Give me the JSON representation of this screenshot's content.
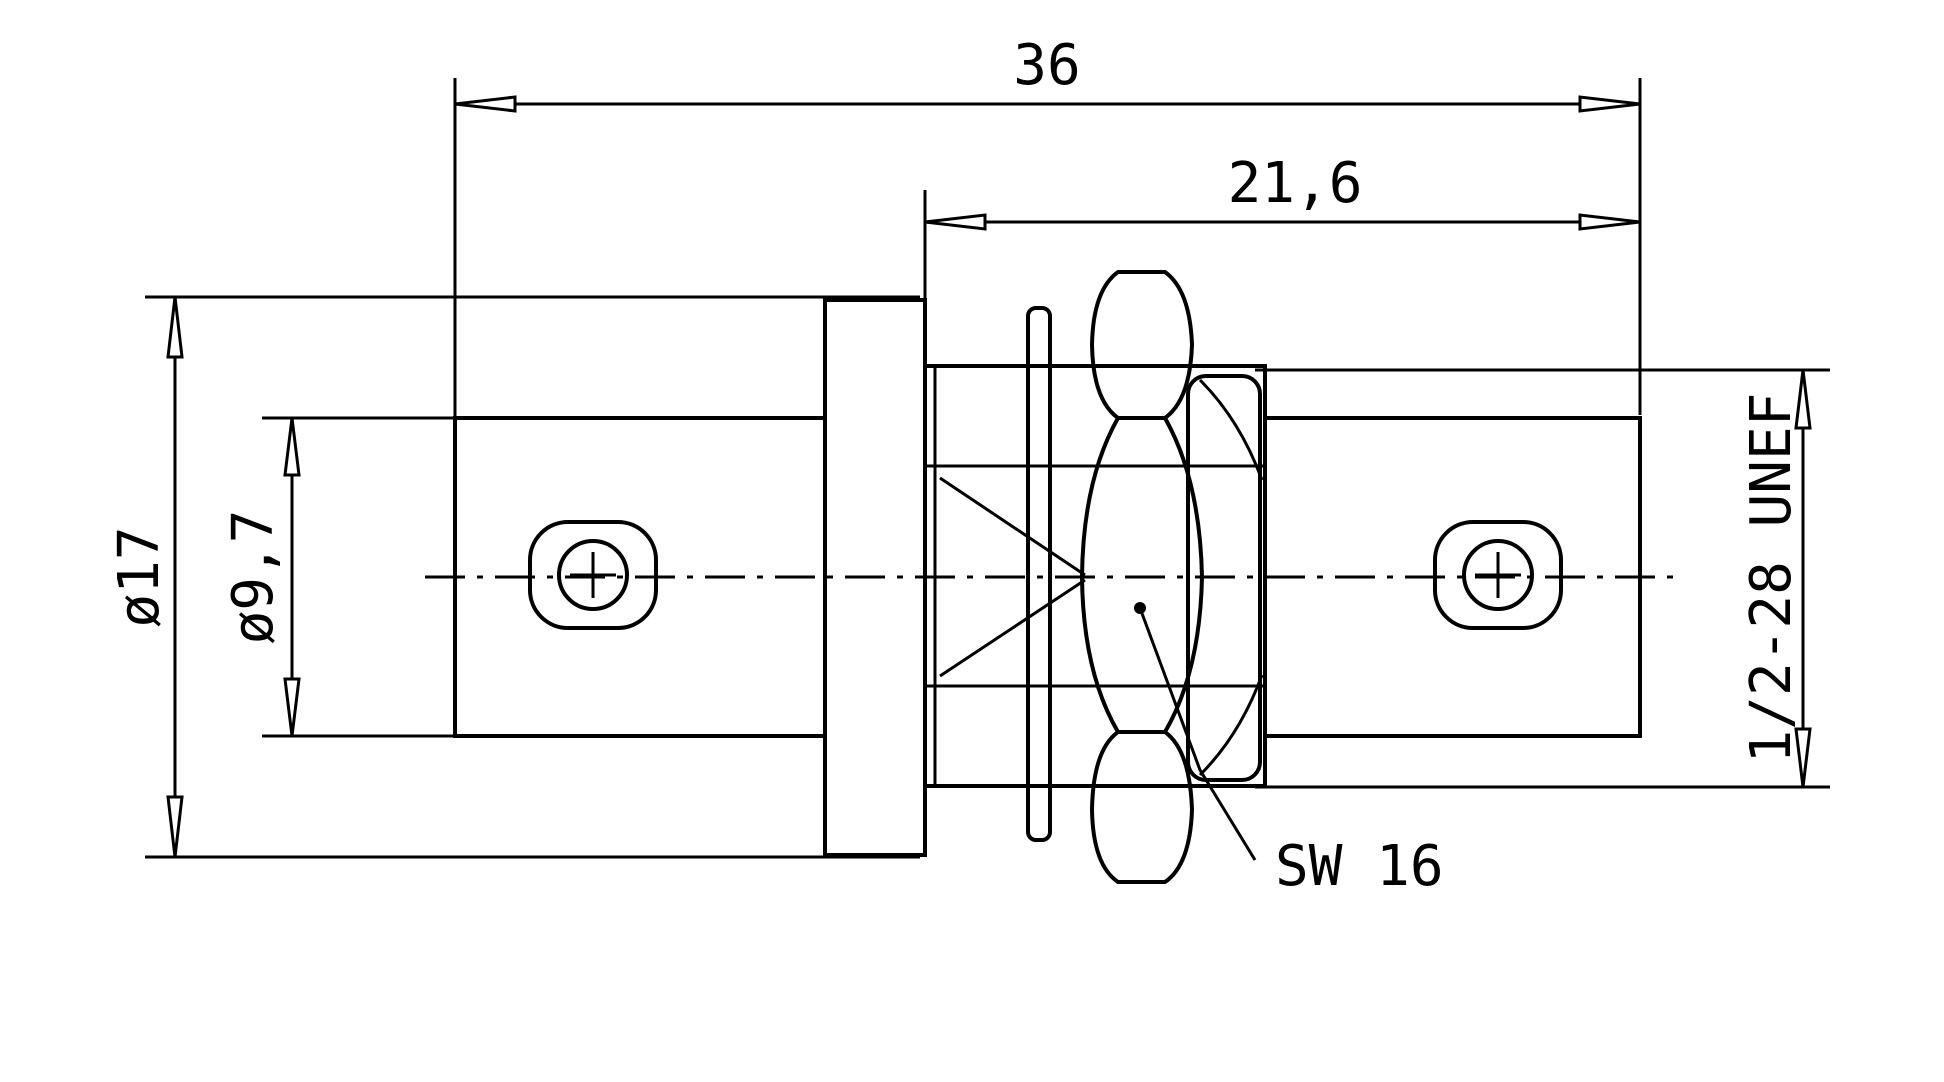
{
  "dimensions": {
    "overall_length": "36",
    "thread_length": "21,6",
    "outer_diameter": "ø17",
    "inner_diameter": "ø9,7",
    "thread": "1/2-28 UNEF",
    "wrench_size": "SW 16"
  },
  "colors": {
    "line": "#000000",
    "background": "#ffffff"
  }
}
